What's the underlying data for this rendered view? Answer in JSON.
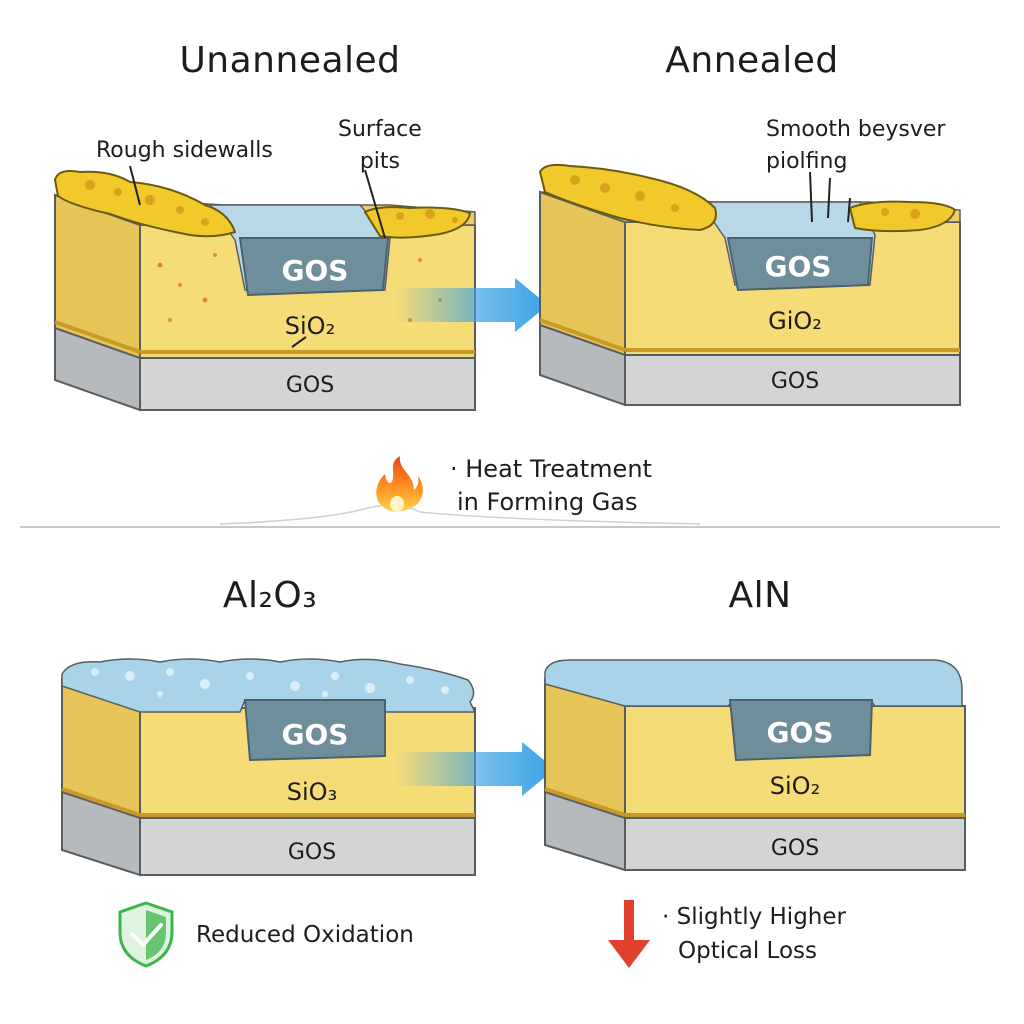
{
  "top_left": {
    "title": "Unannealed",
    "annotation_sidewalls": "Rough sidewalls",
    "annotation_pits": "Surface\npits",
    "core_label": "GOS",
    "cladding_label": "SiO₂",
    "substrate_label": "GOS"
  },
  "top_right": {
    "title": "Annealed",
    "annotation": "Smooth beysver\npiolfing",
    "core_label": "GOS",
    "cladding_label": "GiO₂",
    "substrate_label": "GOS"
  },
  "process": {
    "line1": "· Heat Treatment",
    "line2": "in Forming Gas",
    "icon": "flame-icon"
  },
  "bottom_left": {
    "title": "Al₂O₃",
    "core_label": "GOS",
    "cladding_label": "SiO₃",
    "substrate_label": "GOS",
    "note": "Reduced Oxidation",
    "icon": "shield-check-icon"
  },
  "bottom_right": {
    "title": "AlN",
    "core_label": "GOS",
    "cladding_label": "SiO₂",
    "substrate_label": "GOS",
    "note_line1": "· Slightly Higher",
    "note_line2": "Optical Loss",
    "icon": "down-arrow-icon"
  },
  "colors": {
    "cladding": "#f6dc77",
    "cladding_side": "#e7c457",
    "core": "#5f7f8e",
    "substrate": "#d2d4d6",
    "coating": "#a9d3e8",
    "arrow": "#3aa1e4",
    "rough_top": "#f2c92b",
    "shield": "#3db54a",
    "loss_arrow": "#e2412f"
  }
}
